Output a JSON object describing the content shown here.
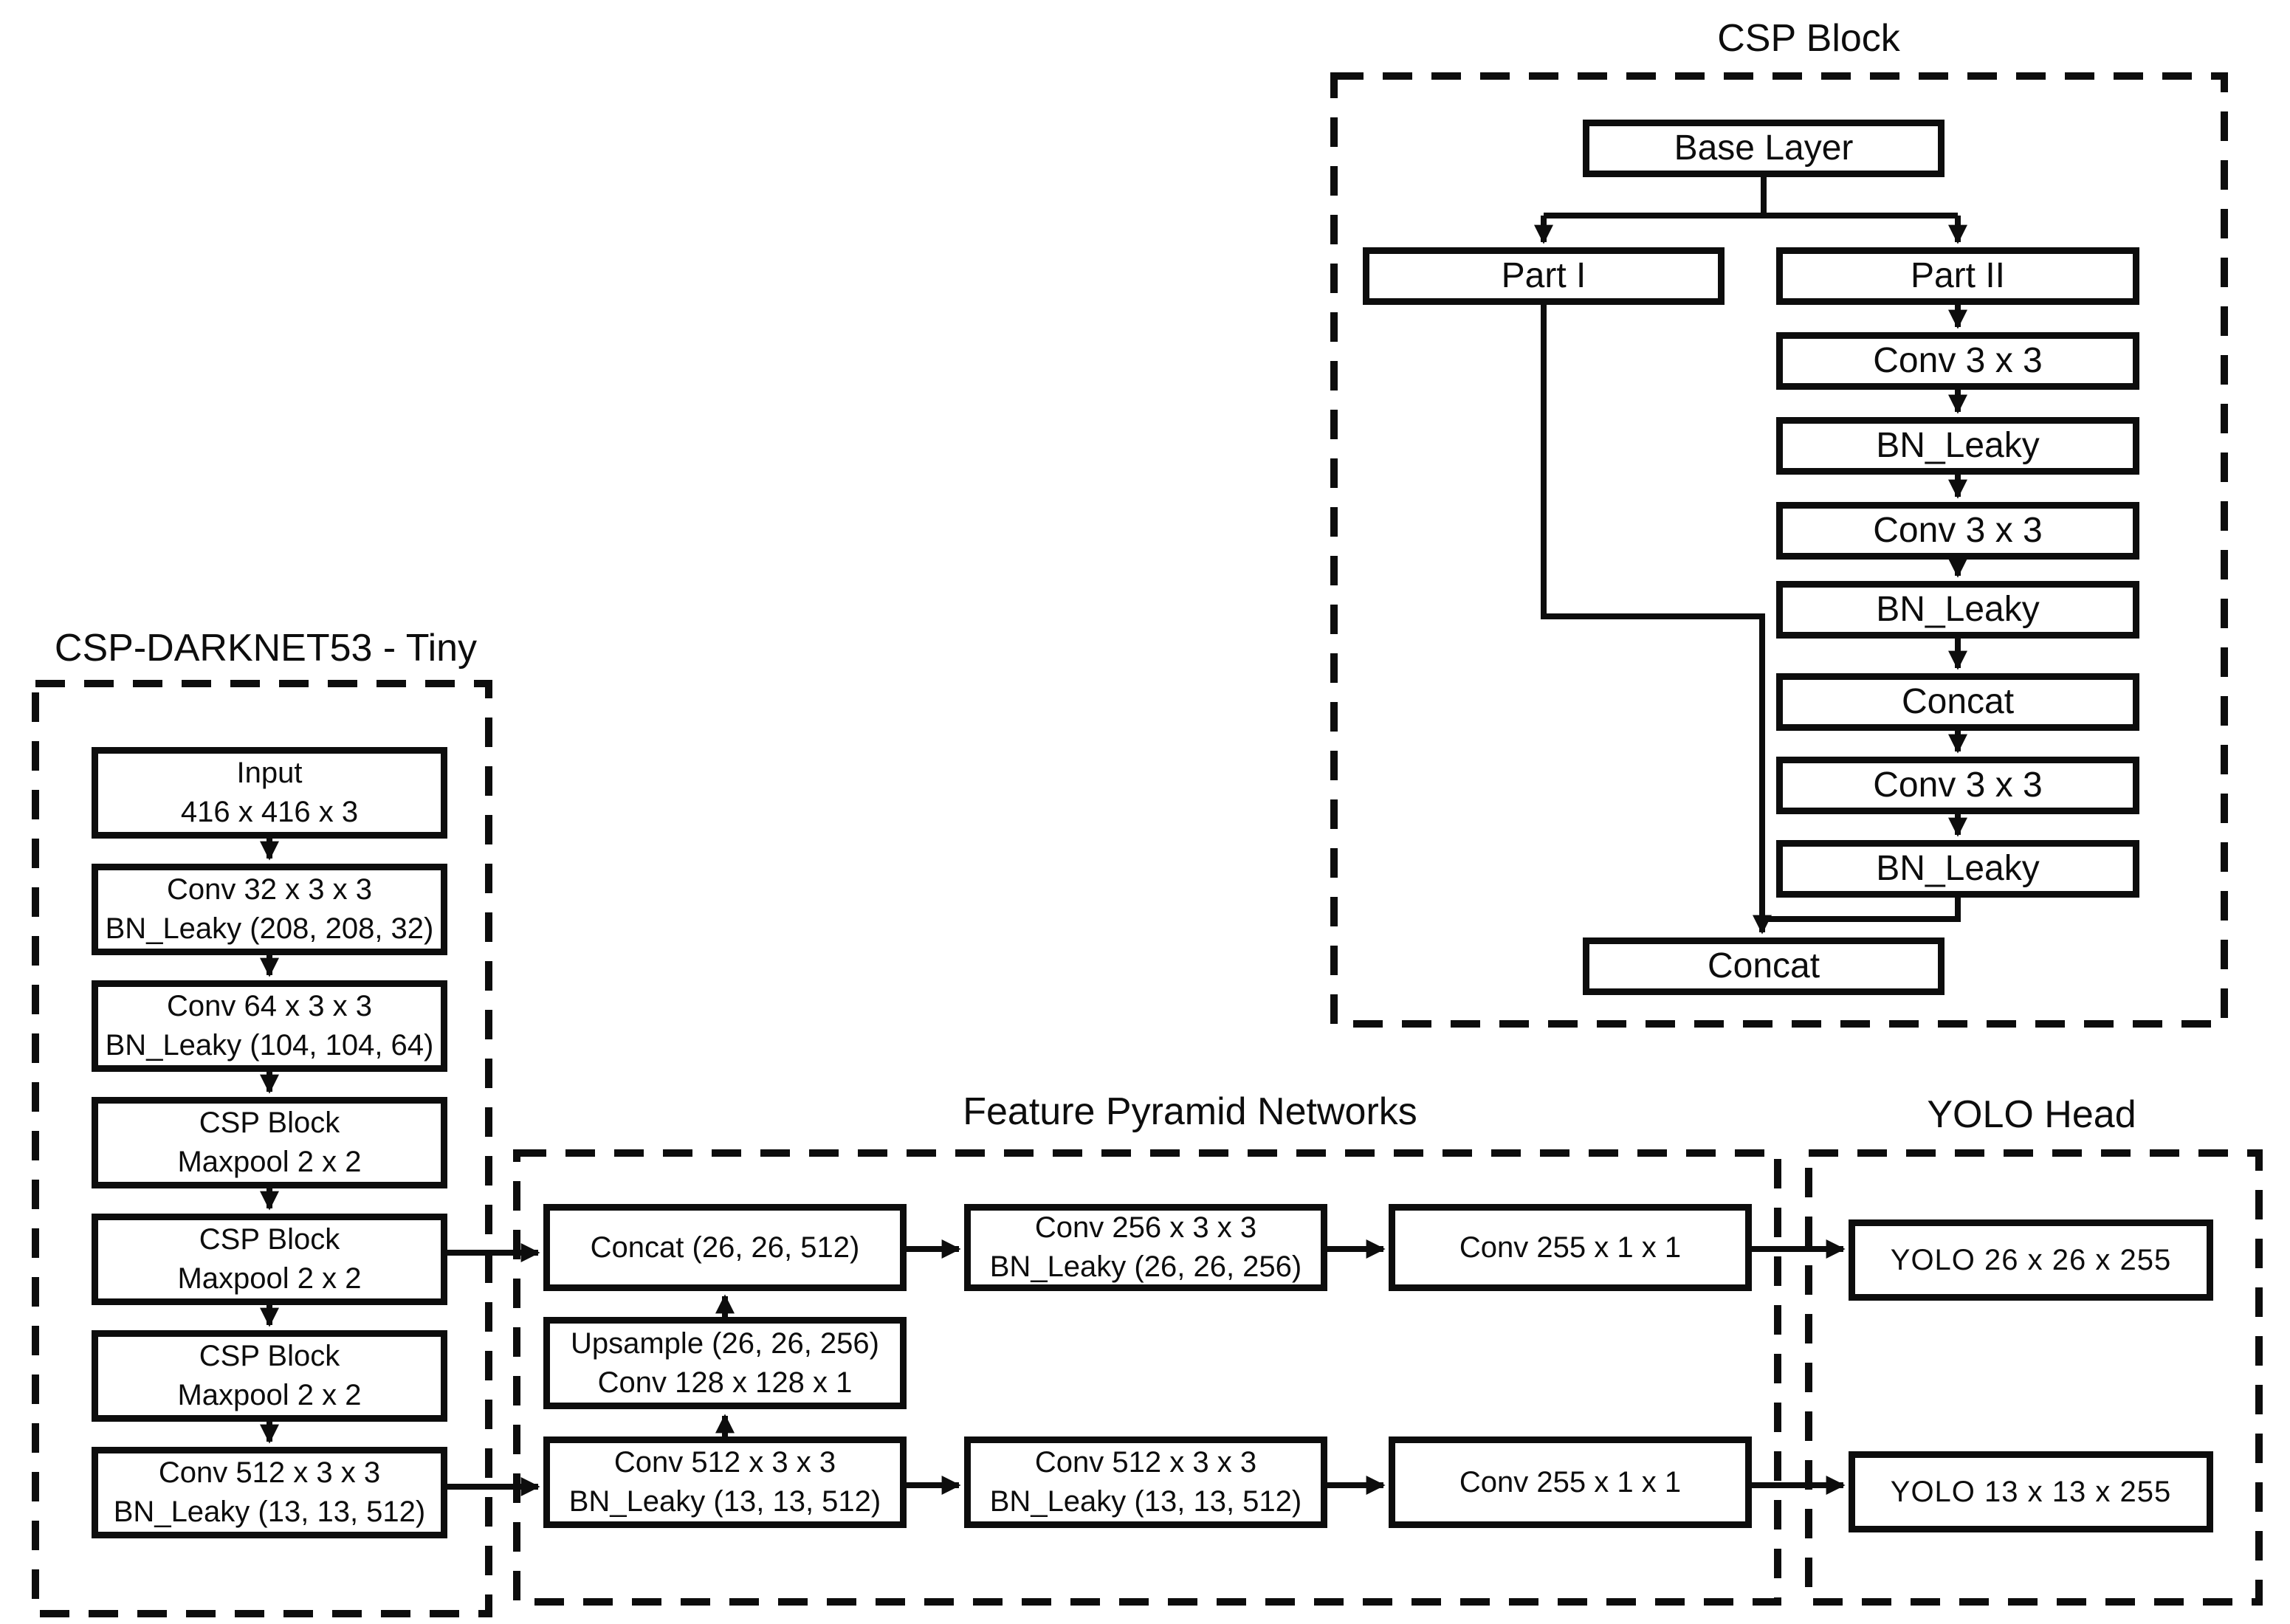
{
  "diagram": {
    "type": "neural-network-architecture-flowchart",
    "colors": {
      "background": "#ffffff",
      "ink": "#0d0d0d",
      "box_fill": "#ffffff"
    }
  },
  "sections": {
    "csp_block": {
      "title": "CSP Block",
      "boxes": {
        "base_layer": {
          "label": "Base Layer"
        },
        "part1": {
          "label": "Part I"
        },
        "part2": {
          "label": "Part II"
        },
        "conv1": {
          "label": "Conv 3 x 3"
        },
        "bn1": {
          "label": "BN_Leaky"
        },
        "conv2": {
          "label": "Conv 3 x 3"
        },
        "bn2": {
          "label": "BN_Leaky"
        },
        "concat_mid": {
          "label": "Concat"
        },
        "conv3": {
          "label": "Conv 3 x 3"
        },
        "bn3": {
          "label": "BN_Leaky"
        },
        "concat_final": {
          "label": "Concat"
        }
      }
    },
    "darknet": {
      "title": "CSP-DARKNET53 - Tiny",
      "boxes": {
        "input": {
          "line1": "Input",
          "line2": "416 x 416 x 3"
        },
        "conv32": {
          "line1": "Conv 32 x 3 x 3",
          "line2": "BN_Leaky (208, 208, 32)"
        },
        "conv64": {
          "line1": "Conv 64 x 3 x 3",
          "line2": "BN_Leaky (104, 104, 64)"
        },
        "csp1": {
          "line1": "CSP Block",
          "line2": "Maxpool 2 x 2"
        },
        "csp2": {
          "line1": "CSP Block",
          "line2": "Maxpool 2 x 2"
        },
        "csp3": {
          "line1": "CSP Block",
          "line2": "Maxpool 2 x 2"
        },
        "conv512": {
          "line1": "Conv 512 x 3 x 3",
          "line2": "BN_Leaky (13, 13, 512)"
        }
      }
    },
    "fpn": {
      "title": "Feature Pyramid Networks",
      "boxes": {
        "concat": {
          "line1": "Concat (26, 26, 512)"
        },
        "conv256": {
          "line1": "Conv 256 x 3 x 3",
          "line2": "BN_Leaky (26, 26, 256)"
        },
        "conv255_top": {
          "line1": "Conv 255 x 1 x 1"
        },
        "upsample": {
          "line1": "Upsample (26, 26, 256)",
          "line2": "Conv 128 x 128 x 1"
        },
        "conv512_a": {
          "line1": "Conv 512 x 3 x 3",
          "line2": "BN_Leaky (13, 13, 512)"
        },
        "conv512_b": {
          "line1": "Conv 512 x 3 x 3",
          "line2": "BN_Leaky (13, 13, 512)"
        },
        "conv255_bottom": {
          "line1": "Conv 255 x 1 x 1"
        }
      }
    },
    "yolo_head": {
      "title": "YOLO Head",
      "boxes": {
        "yolo26": {
          "line1": "YOLO 26 x 26 x 255"
        },
        "yolo13": {
          "line1": "YOLO 13 x 13 x 255"
        }
      }
    }
  },
  "edges": [
    "base_layer -> part1",
    "base_layer -> part2",
    "part2 -> conv1",
    "conv1 -> bn1",
    "bn1 -> conv2",
    "conv2 -> bn2",
    "bn2 -> concat_mid",
    "concat_mid -> conv3",
    "conv3 -> bn3",
    "part1 -> concat_final",
    "bn3 -> concat_final",
    "input -> conv32",
    "conv32 -> conv64",
    "conv64 -> csp1",
    "csp1 -> csp2",
    "csp2 -> csp3",
    "csp3 -> conv512",
    "csp2 -> fpn.concat",
    "conv512 -> fpn.conv512_a",
    "fpn.concat -> fpn.conv256",
    "fpn.conv256 -> fpn.conv255_top",
    "fpn.conv255_top -> yolo26",
    "fpn.upsample -> fpn.concat",
    "fpn.conv512_a -> fpn.upsample",
    "fpn.conv512_a -> fpn.conv512_b",
    "fpn.conv512_b -> fpn.conv255_bottom",
    "fpn.conv255_bottom -> yolo13"
  ]
}
